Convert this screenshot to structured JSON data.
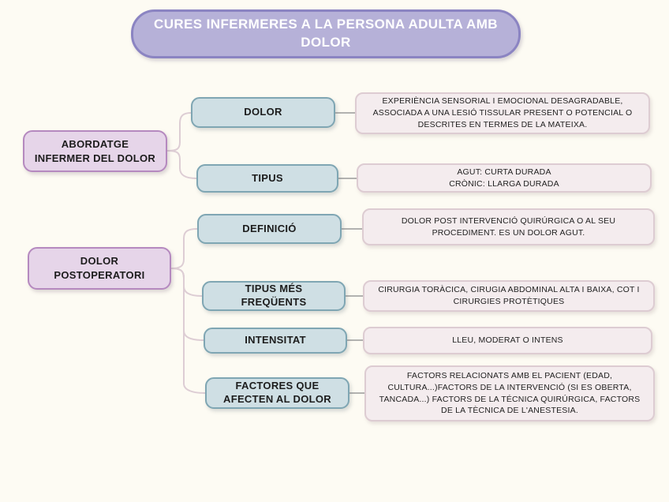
{
  "title": "CURES INFERMERES A LA PERSONA ADULTA AMB DOLOR",
  "colors": {
    "background": "#fdfbf3",
    "title_fill": "#b6b1d8",
    "title_border": "#8b84c2",
    "title_text": "#ffffff",
    "branch_fill": "#e6d5e9",
    "branch_border": "#b589bf",
    "topic_fill": "#cfdfe4",
    "topic_border": "#7fa6b3",
    "detail_fill": "#f4ecee",
    "detail_border": "#ddccd2",
    "branch_connector": "#ddcdd4",
    "detail_connector": "#999999",
    "node_text": "#1c1c1c"
  },
  "branches": [
    {
      "label": "ABORDATGE INFERMER DEL DOLOR",
      "children": [
        {
          "label": "DOLOR",
          "detail": "EXPERIÈNCIA SENSORIAL I EMOCIONAL DESAGRADABLE, ASSOCIADA A UNA LESIÓ TISSULAR PRESENT O POTENCIAL O DESCRITES EN TERMES DE LA MATEIXA."
        },
        {
          "label": "TIPUS",
          "detail": "AGUT: CURTA DURADA\nCRÒNIC: LLARGA DURADA"
        }
      ]
    },
    {
      "label": "DOLOR POSTOPERATORI",
      "children": [
        {
          "label": "DEFINICIÓ",
          "detail": "DOLOR POST INTERVENCIÓ QUIRÚRGICA O AL SEU PROCEDIMENT. ES UN DOLOR AGUT."
        },
        {
          "label": "TIPUS MÉS FREQÜENTS",
          "detail": "CIRURGIA TORÀCICA, CIRUGIA ABDOMINAL ALTA I BAIXA, COT I CIRURGIES PROTÈTIQUES"
        },
        {
          "label": "INTENSITAT",
          "detail": "LLEU, MODERAT O INTENS"
        },
        {
          "label": "FACTORES QUE AFECTEN AL DOLOR",
          "detail": "FACTORS RELACIONATS AMB EL PACIENT (EDAD, CULTURA...)FACTORS DE LA INTERVENCIÓ (SI ES OBERTA, TANCADA...) FACTORS DE LA TÉCNICA QUIRÚRGICA, FACTORS DE LA TÈCNICA DE L'ANESTESIA."
        }
      ]
    }
  ]
}
